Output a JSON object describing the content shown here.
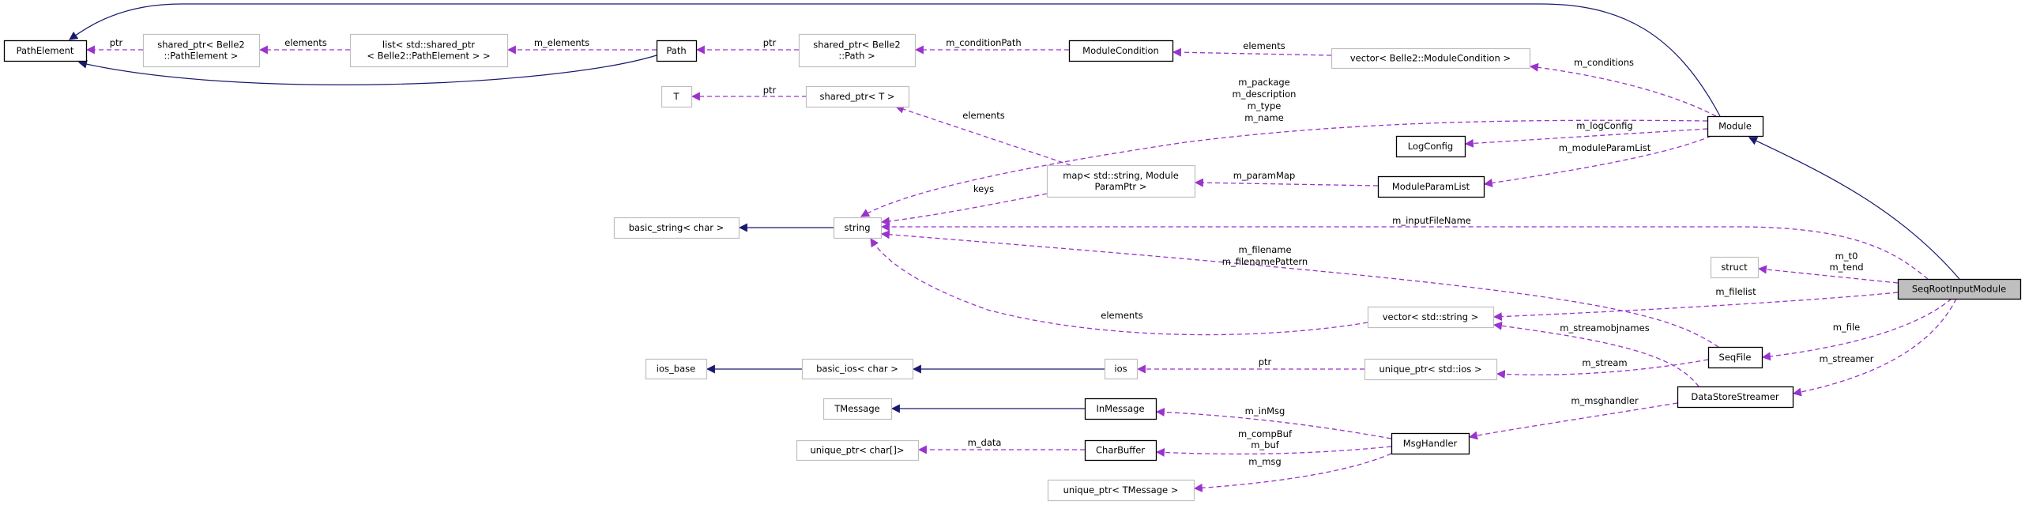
{
  "colors": {
    "usage_edge": "#9a32cd",
    "inheritance_edge": "#191970",
    "documented_border": "#000000",
    "undocumented_border": "#bfbfbf",
    "focus_fill": "#bfbfbf"
  },
  "nodes": [
    {
      "id": "PathElement",
      "lines": [
        "PathElement"
      ],
      "kind": "documented"
    },
    {
      "id": "sp_pe",
      "lines": [
        "shared_ptr< Belle2",
        "::PathElement >"
      ],
      "kind": "external"
    },
    {
      "id": "list_pe",
      "lines": [
        "list< std::shared_ptr",
        "< Belle2::PathElement > >"
      ],
      "kind": "external"
    },
    {
      "id": "Path",
      "lines": [
        "Path"
      ],
      "kind": "documented"
    },
    {
      "id": "sp_path",
      "lines": [
        "shared_ptr< Belle2",
        "::Path >"
      ],
      "kind": "external"
    },
    {
      "id": "ModuleCondition",
      "lines": [
        "ModuleCondition"
      ],
      "kind": "documented"
    },
    {
      "id": "vec_mc",
      "lines": [
        "vector< Belle2::ModuleCondition >"
      ],
      "kind": "external"
    },
    {
      "id": "T",
      "lines": [
        "T"
      ],
      "kind": "external"
    },
    {
      "id": "sp_T",
      "lines": [
        "shared_ptr< T >"
      ],
      "kind": "external"
    },
    {
      "id": "map",
      "lines": [
        "map< std::string, Module",
        "ParamPtr >"
      ],
      "kind": "external"
    },
    {
      "id": "LogConfig",
      "lines": [
        "LogConfig"
      ],
      "kind": "documented"
    },
    {
      "id": "ModuleParamList",
      "lines": [
        "ModuleParamList"
      ],
      "kind": "documented"
    },
    {
      "id": "Module",
      "lines": [
        "Module"
      ],
      "kind": "documented"
    },
    {
      "id": "basic_string",
      "lines": [
        "basic_string< char >"
      ],
      "kind": "external"
    },
    {
      "id": "string",
      "lines": [
        "string"
      ],
      "kind": "external"
    },
    {
      "id": "struct",
      "lines": [
        "struct"
      ],
      "kind": "external"
    },
    {
      "id": "SeqRootInputModule",
      "lines": [
        "SeqRootInputModule"
      ],
      "kind": "focus"
    },
    {
      "id": "vec_str",
      "lines": [
        "vector< std::string >"
      ],
      "kind": "external"
    },
    {
      "id": "SeqFile",
      "lines": [
        "SeqFile"
      ],
      "kind": "documented"
    },
    {
      "id": "ios_base",
      "lines": [
        "ios_base"
      ],
      "kind": "external"
    },
    {
      "id": "basic_ios",
      "lines": [
        "basic_ios< char >"
      ],
      "kind": "external"
    },
    {
      "id": "ios",
      "lines": [
        "ios"
      ],
      "kind": "external"
    },
    {
      "id": "up_ios",
      "lines": [
        "unique_ptr< std::ios >"
      ],
      "kind": "external"
    },
    {
      "id": "DataStoreStreamer",
      "lines": [
        "DataStoreStreamer"
      ],
      "kind": "documented"
    },
    {
      "id": "TMessage",
      "lines": [
        "TMessage"
      ],
      "kind": "external"
    },
    {
      "id": "InMessage",
      "lines": [
        "InMessage"
      ],
      "kind": "documented"
    },
    {
      "id": "up_char",
      "lines": [
        "unique_ptr< char[]>"
      ],
      "kind": "external"
    },
    {
      "id": "CharBuffer",
      "lines": [
        "CharBuffer"
      ],
      "kind": "documented"
    },
    {
      "id": "MsgHandler",
      "lines": [
        "MsgHandler"
      ],
      "kind": "documented"
    },
    {
      "id": "up_tmsg",
      "lines": [
        "unique_ptr< TMessage >"
      ],
      "kind": "external"
    }
  ],
  "edges": [
    {
      "from": "Path",
      "to": "PathElement",
      "kind": "inheritance",
      "labels": []
    },
    {
      "from": "Module",
      "to": "PathElement",
      "kind": "inheritance",
      "labels": []
    },
    {
      "from": "SeqRootInputModule",
      "to": "Module",
      "kind": "inheritance",
      "labels": []
    },
    {
      "from": "string",
      "to": "basic_string",
      "kind": "inheritance",
      "labels": []
    },
    {
      "from": "basic_ios",
      "to": "ios_base",
      "kind": "inheritance",
      "labels": []
    },
    {
      "from": "ios",
      "to": "basic_ios",
      "kind": "inheritance",
      "labels": []
    },
    {
      "from": "InMessage",
      "to": "TMessage",
      "kind": "inheritance",
      "labels": []
    },
    {
      "from": "sp_pe",
      "to": "PathElement",
      "kind": "usage",
      "labels": [
        "ptr"
      ]
    },
    {
      "from": "list_pe",
      "to": "sp_pe",
      "kind": "usage",
      "labels": [
        "elements"
      ]
    },
    {
      "from": "Path",
      "to": "list_pe",
      "kind": "usage",
      "labels": [
        "m_elements"
      ]
    },
    {
      "from": "sp_path",
      "to": "Path",
      "kind": "usage",
      "labels": [
        "ptr"
      ]
    },
    {
      "from": "ModuleCondition",
      "to": "sp_path",
      "kind": "usage",
      "labels": [
        "m_conditionPath"
      ]
    },
    {
      "from": "vec_mc",
      "to": "ModuleCondition",
      "kind": "usage",
      "labels": [
        "elements"
      ]
    },
    {
      "from": "Module",
      "to": "vec_mc",
      "kind": "usage",
      "labels": [
        "m_conditions"
      ]
    },
    {
      "from": "sp_T",
      "to": "T",
      "kind": "usage",
      "labels": [
        "ptr"
      ]
    },
    {
      "from": "map",
      "to": "sp_T",
      "kind": "usage",
      "labels": [
        "elements"
      ]
    },
    {
      "from": "Module",
      "to": "string",
      "kind": "usage",
      "labels": [
        "m_package",
        "m_description",
        "m_type",
        "m_name"
      ]
    },
    {
      "from": "Module",
      "to": "LogConfig",
      "kind": "usage",
      "labels": [
        "m_logConfig"
      ]
    },
    {
      "from": "Module",
      "to": "ModuleParamList",
      "kind": "usage",
      "labels": [
        "m_moduleParamList"
      ]
    },
    {
      "from": "ModuleParamList",
      "to": "map",
      "kind": "usage",
      "labels": [
        "m_paramMap"
      ]
    },
    {
      "from": "map",
      "to": "string",
      "kind": "usage",
      "labels": [
        "keys"
      ]
    },
    {
      "from": "SeqRootInputModule",
      "to": "string",
      "kind": "usage",
      "labels": [
        "m_inputFileName"
      ]
    },
    {
      "from": "SeqFile",
      "to": "string",
      "kind": "usage",
      "labels": [
        "m_filename",
        "m_filenamePattern"
      ]
    },
    {
      "from": "vec_str",
      "to": "string",
      "kind": "usage",
      "labels": [
        "elements"
      ]
    },
    {
      "from": "SeqRootInputModule",
      "to": "struct",
      "kind": "usage",
      "labels": [
        "m_t0",
        "m_tend"
      ]
    },
    {
      "from": "SeqRootInputModule",
      "to": "vec_str",
      "kind": "usage",
      "labels": [
        "m_filelist"
      ]
    },
    {
      "from": "SeqRootInputModule",
      "to": "SeqFile",
      "kind": "usage",
      "labels": [
        "m_file"
      ]
    },
    {
      "from": "SeqRootInputModule",
      "to": "DataStoreStreamer",
      "kind": "usage",
      "labels": [
        "m_streamer"
      ]
    },
    {
      "from": "DataStoreStreamer",
      "to": "vec_str",
      "kind": "usage",
      "labels": [
        "m_streamobjnames"
      ]
    },
    {
      "from": "SeqFile",
      "to": "up_ios",
      "kind": "usage",
      "labels": [
        "m_stream"
      ]
    },
    {
      "from": "up_ios",
      "to": "ios",
      "kind": "usage",
      "labels": [
        "ptr"
      ]
    },
    {
      "from": "DataStoreStreamer",
      "to": "MsgHandler",
      "kind": "usage",
      "labels": [
        "m_msghandler"
      ]
    },
    {
      "from": "MsgHandler",
      "to": "InMessage",
      "kind": "usage",
      "labels": [
        "m_inMsg"
      ]
    },
    {
      "from": "MsgHandler",
      "to": "CharBuffer",
      "kind": "usage",
      "labels": [
        "m_compBuf",
        "m_buf"
      ]
    },
    {
      "from": "MsgHandler",
      "to": "up_tmsg",
      "kind": "usage",
      "labels": [
        "m_msg"
      ]
    },
    {
      "from": "CharBuffer",
      "to": "up_char",
      "kind": "usage",
      "labels": [
        "m_data"
      ]
    }
  ]
}
